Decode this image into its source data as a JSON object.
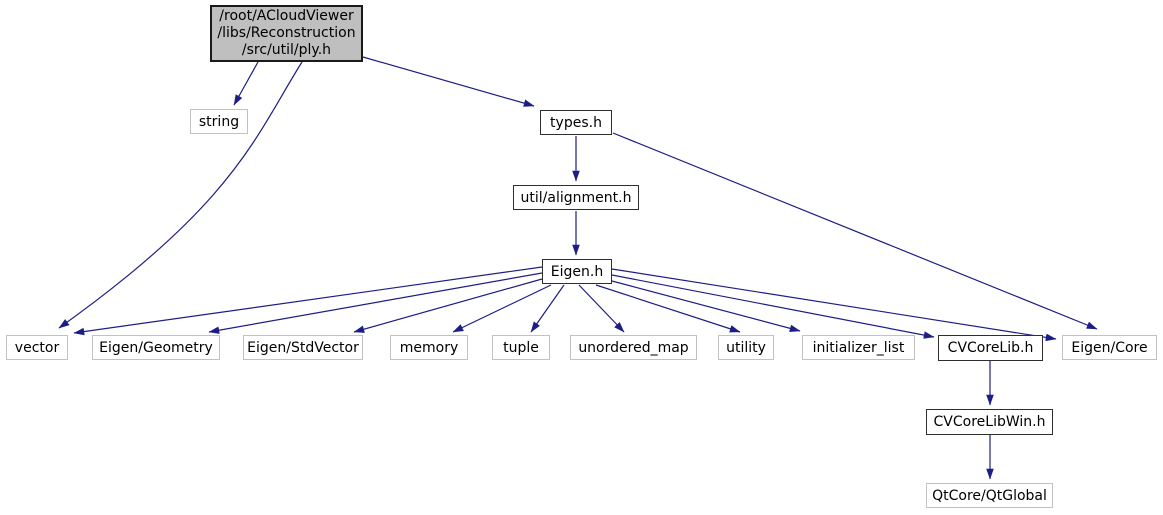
{
  "graph": {
    "description": "include dependency graph",
    "colors": {
      "edge": "#1d1d86",
      "root_fill": "#bfbfbf",
      "internal_border": "#2e2e2e",
      "external_border": "#c2c2c2",
      "background": "#ffffff"
    },
    "nodes": [
      {
        "id": "ply",
        "label": "/root/ACloudViewer\n/libs/Reconstruction\n/src/util/ply.h",
        "kind": "root"
      },
      {
        "id": "string",
        "label": "string",
        "kind": "external"
      },
      {
        "id": "types",
        "label": "types.h",
        "kind": "internal"
      },
      {
        "id": "alignment",
        "label": "util/alignment.h",
        "kind": "internal"
      },
      {
        "id": "eigen",
        "label": "Eigen.h",
        "kind": "internal"
      },
      {
        "id": "vector",
        "label": "vector",
        "kind": "external"
      },
      {
        "id": "geometry",
        "label": "Eigen/Geometry",
        "kind": "external"
      },
      {
        "id": "stdvector",
        "label": "Eigen/StdVector",
        "kind": "external"
      },
      {
        "id": "memory",
        "label": "memory",
        "kind": "external"
      },
      {
        "id": "tuple",
        "label": "tuple",
        "kind": "external"
      },
      {
        "id": "unordered_map",
        "label": "unordered_map",
        "kind": "external"
      },
      {
        "id": "utility",
        "label": "utility",
        "kind": "external"
      },
      {
        "id": "initializer_list",
        "label": "initializer_list",
        "kind": "external"
      },
      {
        "id": "cvcorelib",
        "label": "CVCoreLib.h",
        "kind": "internal"
      },
      {
        "id": "eigencore",
        "label": "Eigen/Core",
        "kind": "external"
      },
      {
        "id": "cvcorelibwin",
        "label": "CVCoreLibWin.h",
        "kind": "internal"
      },
      {
        "id": "qtglobal",
        "label": "QtCore/QtGlobal",
        "kind": "external"
      }
    ],
    "edges": [
      {
        "from": "ply",
        "to": "string"
      },
      {
        "from": "ply",
        "to": "types"
      },
      {
        "from": "ply",
        "to": "vector"
      },
      {
        "from": "types",
        "to": "alignment"
      },
      {
        "from": "types",
        "to": "eigencore"
      },
      {
        "from": "alignment",
        "to": "eigen"
      },
      {
        "from": "eigen",
        "to": "vector"
      },
      {
        "from": "eigen",
        "to": "geometry"
      },
      {
        "from": "eigen",
        "to": "stdvector"
      },
      {
        "from": "eigen",
        "to": "memory"
      },
      {
        "from": "eigen",
        "to": "tuple"
      },
      {
        "from": "eigen",
        "to": "unordered_map"
      },
      {
        "from": "eigen",
        "to": "utility"
      },
      {
        "from": "eigen",
        "to": "initializer_list"
      },
      {
        "from": "eigen",
        "to": "cvcorelib"
      },
      {
        "from": "eigen",
        "to": "eigencore"
      },
      {
        "from": "cvcorelib",
        "to": "cvcorelibwin"
      },
      {
        "from": "cvcorelibwin",
        "to": "qtglobal"
      }
    ]
  }
}
